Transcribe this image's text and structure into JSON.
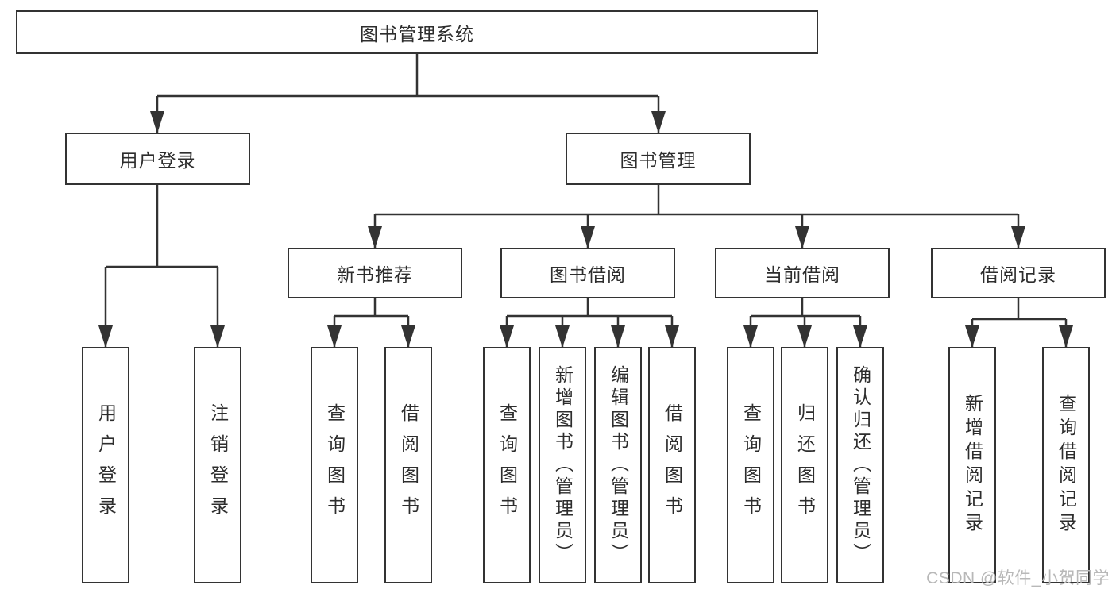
{
  "diagram": {
    "root": {
      "label": "图书管理系统"
    },
    "level2": [
      {
        "label": "用户登录"
      },
      {
        "label": "图书管理"
      }
    ],
    "level3": [
      {
        "label": "新书推荐"
      },
      {
        "label": "图书借阅"
      },
      {
        "label": "当前借阅"
      },
      {
        "label": "借阅记录"
      }
    ],
    "leaves": {
      "user_login": [
        {
          "label": "用户登录"
        },
        {
          "label": "注销登录"
        }
      ],
      "new_book_rec": [
        {
          "label": "查询图书"
        },
        {
          "label": "借阅图书"
        }
      ],
      "book_borrow": [
        {
          "label": "查询图书"
        },
        {
          "label": "新增图书（管理员）"
        },
        {
          "label": "编辑图书（管理员）"
        },
        {
          "label": "借阅图书"
        }
      ],
      "current_borrow": [
        {
          "label": "查询图书"
        },
        {
          "label": "归还图书"
        },
        {
          "label": "确认归还（管理员）"
        }
      ],
      "borrow_records": [
        {
          "label": "新增借阅记录"
        },
        {
          "label": "查询借阅记录"
        }
      ]
    },
    "watermark": "CSDN @软件_小贺同学",
    "colors": {
      "line": "#333333",
      "box_border": "#333333",
      "box_fill": "#ffffff",
      "text": "#2d2d2d",
      "watermark": "#b8b8b8"
    }
  }
}
